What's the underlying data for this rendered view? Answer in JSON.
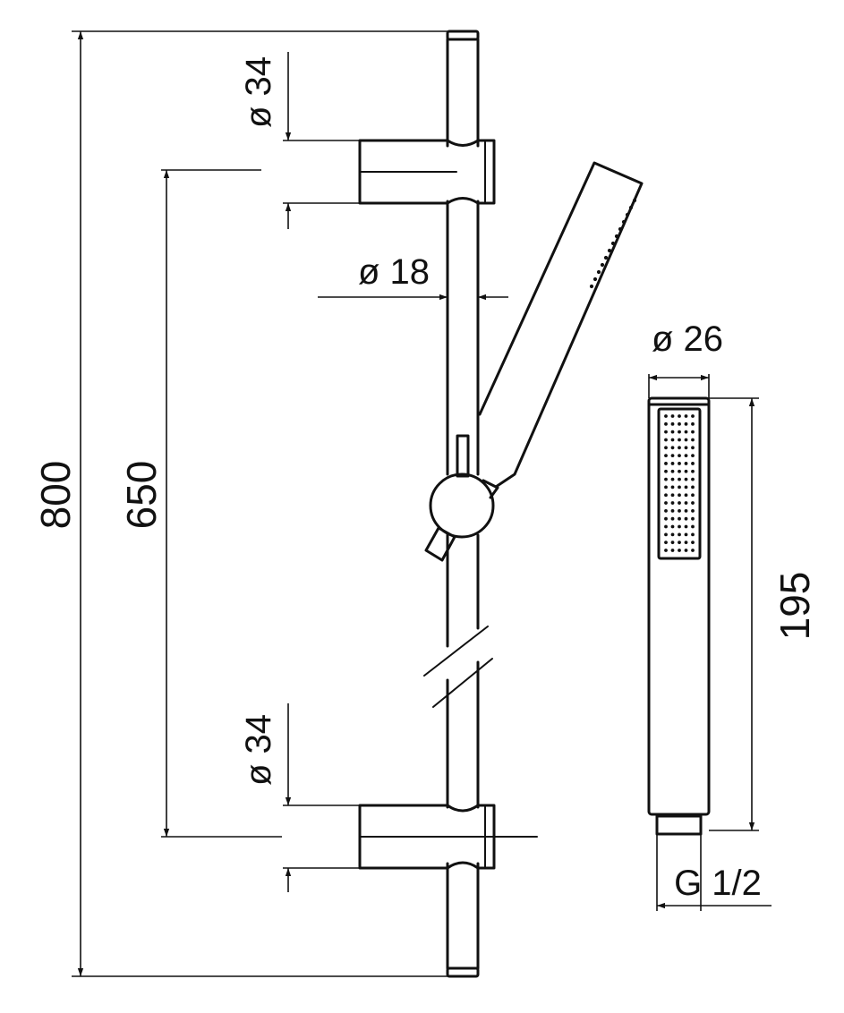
{
  "dimensions": {
    "total_length": "800",
    "bracket_spacing": "650",
    "bracket_top_diameter": "ø 34",
    "rail_diameter": "ø 18",
    "bracket_bottom_diameter": "ø 34",
    "handshower_diameter": "ø 26",
    "handshower_length": "195",
    "connection_thread": "G 1/2"
  },
  "colors": {
    "line": "#111111",
    "background": "#ffffff"
  }
}
